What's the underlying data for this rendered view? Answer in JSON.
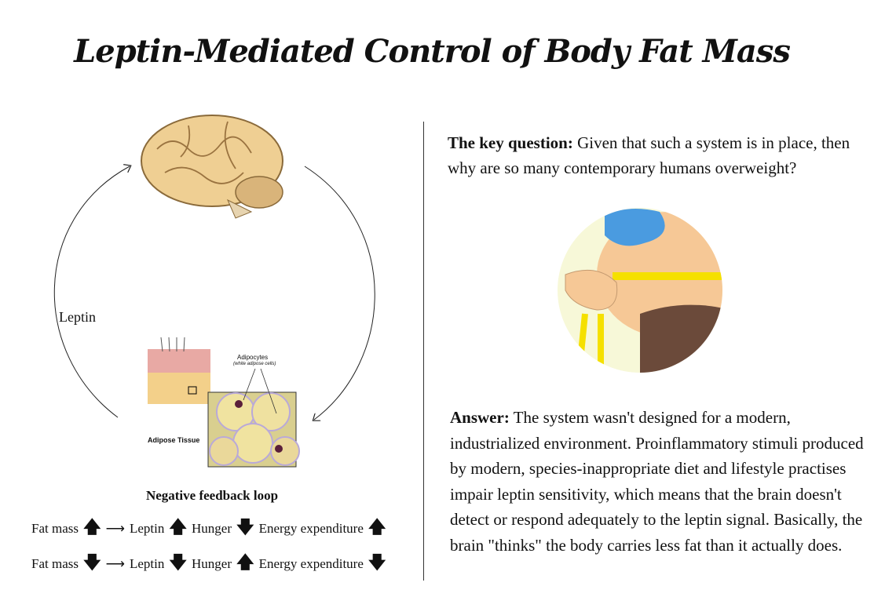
{
  "title": "Leptin-Mediated Control of Body Fat Mass",
  "left": {
    "loop_label": "Leptin",
    "adipocytes_label": "Adipocytes",
    "adipocytes_sub": "(white adipose cells)",
    "adipose_label": "Adipose Tissue",
    "feedback_title": "Negative feedback loop",
    "rows": [
      {
        "fat": "Fat mass",
        "fat_arrow": "up",
        "leptin": "Leptin",
        "leptin_arrow": "up",
        "hunger": "Hunger",
        "hunger_arrow": "down",
        "energy": "Energy expenditure",
        "energy_arrow": "up"
      },
      {
        "fat": "Fat mass",
        "fat_arrow": "down",
        "leptin": "Leptin",
        "leptin_arrow": "down",
        "hunger": "Hunger",
        "hunger_arrow": "up",
        "energy": "Energy expenditure",
        "energy_arrow": "down"
      }
    ]
  },
  "right": {
    "question_label": "The key question:",
    "question_text": " Given that such a system is in place, then why are so many contemporary humans overweight?",
    "answer_label": "Answer:",
    "answer_text": " The system wasn't designed for a modern, industrialized environment. Proinflammatory stimuli produced by modern, species-inappropriate diet and lifestyle practises impair leptin sensitivity, which means that the brain doesn't detect or respond adequately to the leptin signal. Basically, the brain \"thinks\" the body carries less fat than it actually does."
  },
  "colors": {
    "tape": "#f5e000",
    "shirt": "#6b4a3a",
    "skin": "#f6c896",
    "cap": "#4a9be0",
    "bg_circle": "#f7f8d8"
  }
}
